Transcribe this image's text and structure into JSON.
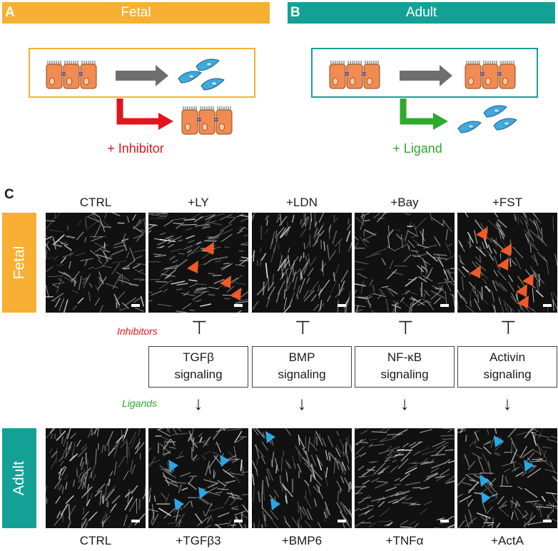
{
  "panel_a": {
    "letter": "A",
    "title": "Fetal",
    "treatment": "+ Inhibitor"
  },
  "panel_b": {
    "letter": "B",
    "title": "Adult",
    "treatment": "+ Ligand"
  },
  "panel_c": {
    "letter": "C",
    "fetal_label": "Fetal",
    "adult_label": "Adult",
    "inhibitors_label": "Inhibitors",
    "ligands_label": "Ligands",
    "inhibit_symbol": "⊤",
    "activate_symbol": "↓",
    "top_labels": [
      "CTRL",
      "+LY",
      "+LDN",
      "+Bay",
      "+FST"
    ],
    "bottom_labels": [
      "CTRL",
      "+TGFβ3",
      "+BMP6",
      "+TNFα",
      "+ActA"
    ],
    "pathways": [
      {
        "line1": "TGFβ",
        "line2": "signaling"
      },
      {
        "line1": "BMP",
        "line2": "signaling"
      },
      {
        "line1": "NF-κB",
        "line2": "signaling"
      },
      {
        "line1": "Activin",
        "line2": "signaling"
      }
    ]
  },
  "colors": {
    "fetal_orange": "#F7B033",
    "adult_teal": "#14A195",
    "inhibitor_red": "#E0161B",
    "ligand_green": "#2DA92E",
    "process_gray": "#6E6E6E",
    "epithelial_cell": "#F28B51",
    "mesenchymal_cell": "#3FA9E0",
    "arrowhead_orange": "#F05A28",
    "arrowhead_blue": "#2BA6E3"
  }
}
